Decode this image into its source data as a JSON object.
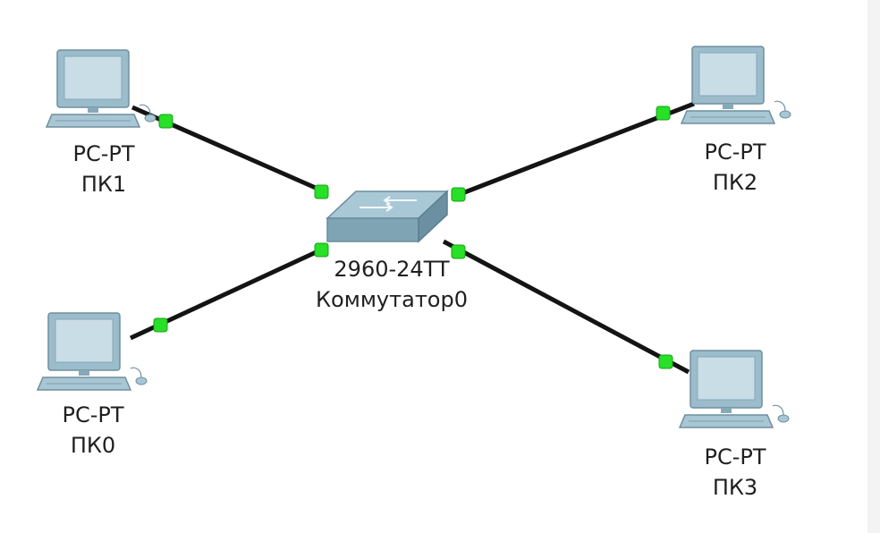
{
  "colors": {
    "cable": "#141414",
    "link_light": "#27e027",
    "monitor_body": "#9bbccb",
    "screen": "#c9dde6",
    "switch_body": "#7fa5b5"
  },
  "devices": {
    "pc1": {
      "model": "PC-PT",
      "name": "ПК1",
      "icon": "pc-icon"
    },
    "pc0": {
      "model": "PC-PT",
      "name": "ПК0",
      "icon": "pc-icon"
    },
    "pc2": {
      "model": "PC-PT",
      "name": "ПК2",
      "icon": "pc-icon"
    },
    "pc3": {
      "model": "PC-PT",
      "name": "ПК3",
      "icon": "pc-icon"
    },
    "switch0": {
      "model": "2960-24TT",
      "name": "Коммутатор0",
      "icon": "switch-icon"
    }
  },
  "links": [
    {
      "from": "pc1",
      "to": "switch0",
      "status": "up"
    },
    {
      "from": "pc0",
      "to": "switch0",
      "status": "up"
    },
    {
      "from": "pc2",
      "to": "switch0",
      "status": "up"
    },
    {
      "from": "pc3",
      "to": "switch0",
      "status": "up"
    }
  ]
}
